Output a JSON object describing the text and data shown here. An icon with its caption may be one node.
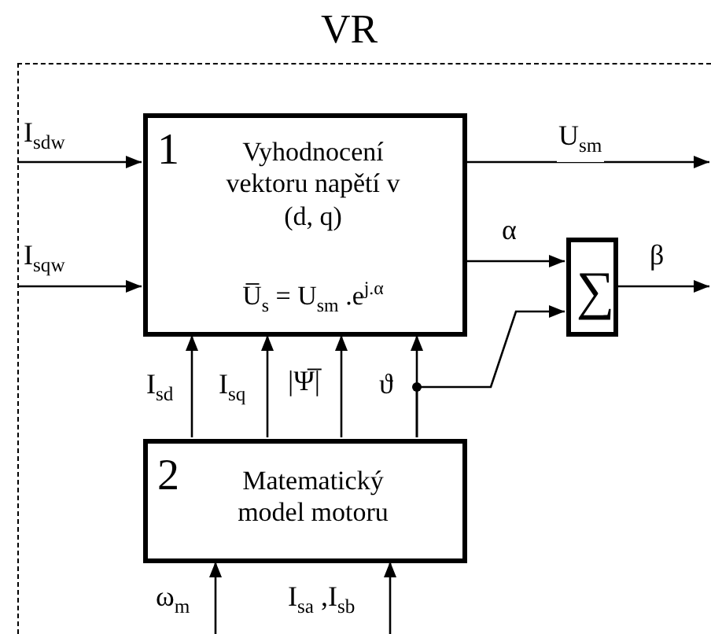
{
  "diagram": {
    "nodes": [
      {
        "text": [
          "VR"
        ]
      },
      {
        "text": [
          "1",
          "Vyhodnocení vektoru napětí v (d, q)",
          "U̅$_{s}$ = U$_{sm}$ .e$^{j.α}$"
        ],
        "in": 0
      },
      {
        "text": [
          "∑"
        ],
        "in": 0
      },
      {
        "text": [
          "2",
          "Matematický model motoru"
        ],
        "in": 0
      }
    ],
    "edges": [
      {
        "from": null,
        "to": 1,
        "arrow": "to",
        "label": "I$_{sdw}$"
      },
      {
        "from": null,
        "to": 1,
        "arrow": "to",
        "label": "I$_{sqw}$"
      },
      {
        "from": 1,
        "to": null,
        "arrow": "to",
        "label": "U$_{sm}$"
      },
      {
        "from": 1,
        "to": 2,
        "arrow": "to",
        "label": "α"
      },
      {
        "from": 2,
        "to": null,
        "arrow": "to",
        "label": "β"
      },
      {
        "from": 3,
        "to": 1,
        "arrow": "to",
        "label": "I$_{sd}$"
      },
      {
        "from": 3,
        "to": 1,
        "arrow": "to",
        "label": "I$_{sq}$"
      },
      {
        "from": 3,
        "to": 1,
        "arrow": "to",
        "label": "|Ψ̅|"
      },
      {
        "from": 3,
        "to": 1,
        "arrow": "to",
        "label": "ϑ"
      },
      {
        "from": 3,
        "to": 2,
        "arrow": "to"
      },
      {
        "from": null,
        "to": 3,
        "arrow": "to",
        "label": "ω$_{m}$"
      },
      {
        "from": null,
        "to": 3,
        "arrow": "to",
        "label": "I$_{sa}$ ,I$_{sb}$"
      }
    ]
  }
}
